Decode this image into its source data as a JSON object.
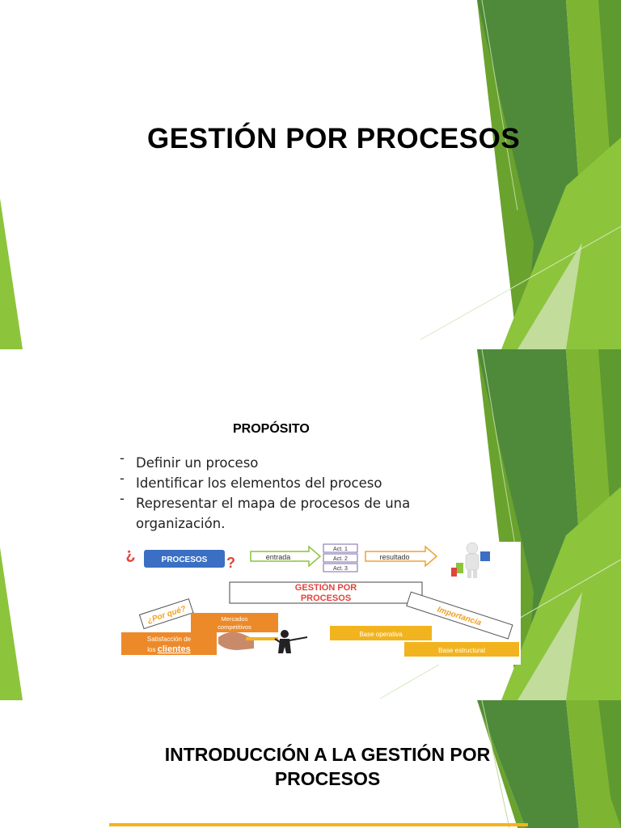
{
  "slides": [
    {
      "title": "GESTIÓN POR PROCESOS"
    },
    {
      "heading": "PROPÓSITO",
      "bullets": [
        "Definir un proceso",
        "Identificar los elementos del proceso",
        "Representar el mapa de procesos de una organización."
      ],
      "bullet_marker": "-",
      "diagram": {
        "procesos_label": "PROCESOS",
        "entrada_label": "entrada",
        "activities": [
          "Act. 1",
          "Act. 2",
          "Act. 3"
        ],
        "resultado_label": "resultado",
        "center_title_line1": "GESTIÓN POR",
        "center_title_line2": "PROCESOS",
        "por_que_label": "¿Por qué?",
        "mercados_line1": "Mercados",
        "mercados_line2": "competitivos",
        "satisfaccion_line1": "Satisfacción de",
        "satisfaccion_line2a": "los ",
        "satisfaccion_line2b": "clientes",
        "importancia_label": "Importancia",
        "base_operativa_label": "Base operativa",
        "base_estructural_label": "Base estructural"
      }
    },
    {
      "title_line1": "INTRODUCCIÓN A LA GESTIÓN POR",
      "title_line2": "PROCESOS"
    }
  ],
  "colors": {
    "green_dark": "#4e8a3a",
    "green_mid": "#6aa22e",
    "green_light": "#8cc43c",
    "green_pale": "#c8dfa6",
    "blue_box": "#3a6fc4",
    "orange_box": "#ec8a2a",
    "yellow_box": "#f2b41e",
    "red_title": "#e2433a",
    "accent_underline": "#f5b318"
  }
}
